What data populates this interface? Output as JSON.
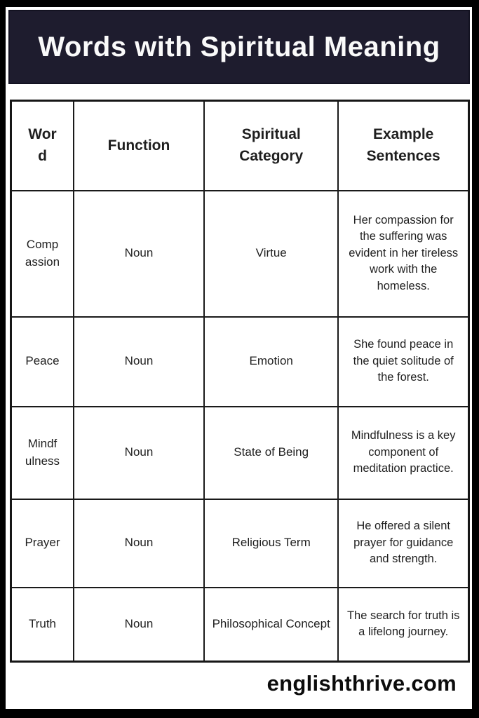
{
  "header": {
    "title": "Words with Spiritual Meaning"
  },
  "table": {
    "columns": [
      "Word",
      "Function",
      "Spiritual Category",
      "Example Sentences"
    ],
    "columns_display": [
      "Wor\nd",
      "Function",
      "Spiritual\nCategory",
      "Example\nSentences"
    ],
    "rows": [
      {
        "word": "Compassion",
        "word_display": "Comp\nassion",
        "function": "Noun",
        "category": "Virtue",
        "example": "Her compassion for the suffering was evident in her tireless work with the homeless."
      },
      {
        "word": "Peace",
        "word_display": "Peace",
        "function": "Noun",
        "category": "Emotion",
        "example": "She found peace in the quiet solitude of the forest."
      },
      {
        "word": "Mindfulness",
        "word_display": "Mindf\nulness",
        "function": "Noun",
        "category": "State of Being",
        "example": "Mindfulness is a key component of meditation practice."
      },
      {
        "word": "Prayer",
        "word_display": "Prayer",
        "function": "Noun",
        "category": "Religious Term",
        "example": "He offered a silent prayer for guidance and strength."
      },
      {
        "word": "Truth",
        "word_display": "Truth",
        "function": "Noun",
        "category": "Philosophical Concept",
        "example": "The search for truth is a lifelong journey."
      }
    ]
  },
  "footer": {
    "site": "englishthrive.com"
  },
  "colors": {
    "title_box_bg": "#1e1c2e",
    "title_text": "#fafafa",
    "frame": "#000000",
    "table_border": "#1a1a1a",
    "body_text": "#1f1f1f",
    "page_bg": "#ffffff"
  }
}
